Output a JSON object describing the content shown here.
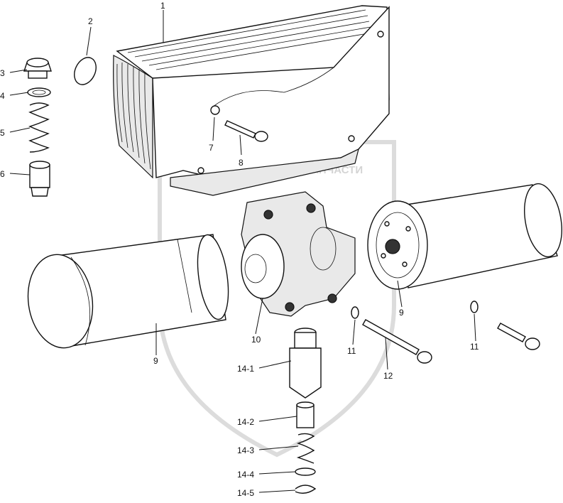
{
  "watermark": {
    "text": "ЗАПЧАСТИ",
    "color": "#d4d4d4"
  },
  "callouts": [
    {
      "id": "c1",
      "text": "1"
    },
    {
      "id": "c2",
      "text": "2"
    },
    {
      "id": "c3",
      "text": "3"
    },
    {
      "id": "c4",
      "text": "4"
    },
    {
      "id": "c5",
      "text": "5"
    },
    {
      "id": "c6",
      "text": "6"
    },
    {
      "id": "c7",
      "text": "7"
    },
    {
      "id": "c8",
      "text": "8"
    },
    {
      "id": "c9a",
      "text": "9"
    },
    {
      "id": "c9b",
      "text": "9"
    },
    {
      "id": "c10",
      "text": "10"
    },
    {
      "id": "c11a",
      "text": "11"
    },
    {
      "id": "c11b",
      "text": "11"
    },
    {
      "id": "c12",
      "text": "12"
    },
    {
      "id": "c14_1",
      "text": "14-1"
    },
    {
      "id": "c14_2",
      "text": "14-2"
    },
    {
      "id": "c14_3",
      "text": "14-3"
    },
    {
      "id": "c14_4",
      "text": "14-4"
    },
    {
      "id": "c14_5",
      "text": "14-5"
    }
  ]
}
